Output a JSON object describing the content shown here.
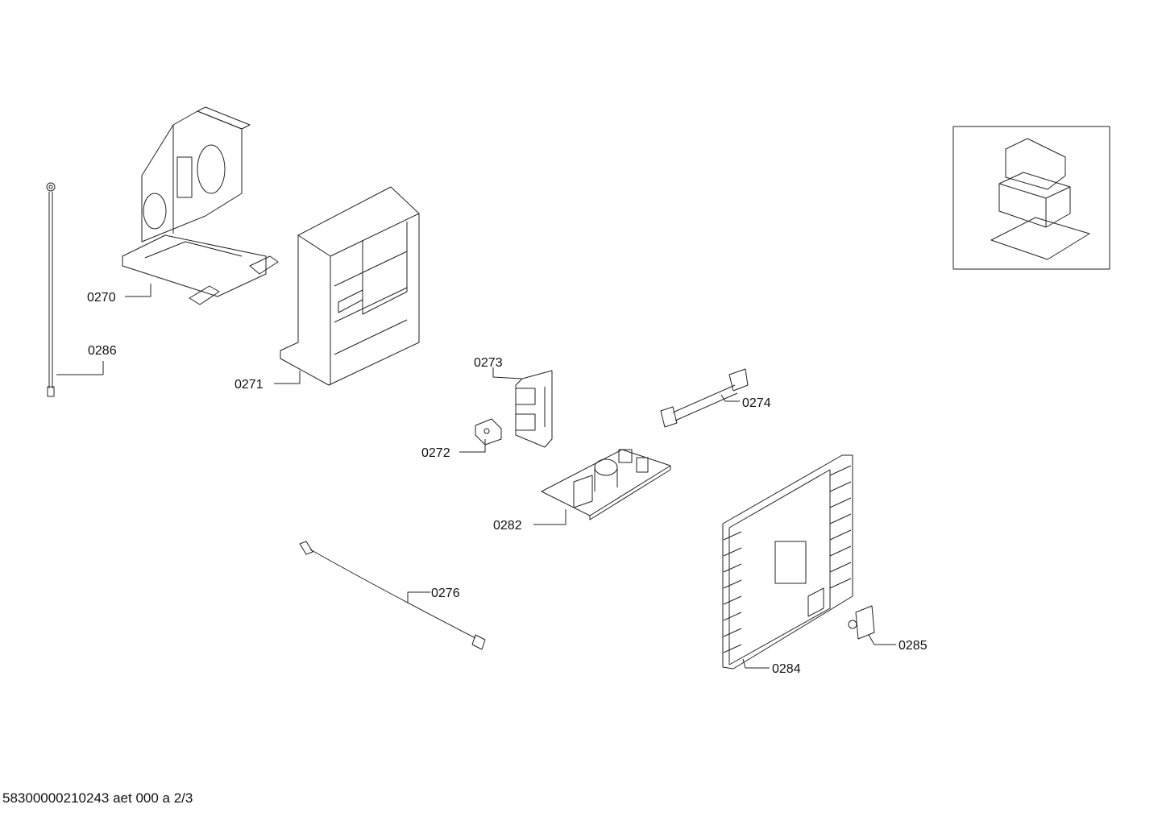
{
  "parts": {
    "p0270": "0270",
    "p0271": "0271",
    "p0272": "0272",
    "p0273": "0273",
    "p0274": "0274",
    "p0276": "0276",
    "p0282": "0282",
    "p0284": "0284",
    "p0285": "0285",
    "p0286": "0286"
  },
  "footer": {
    "document_id": "58300000210243 aet 000 a 2/3"
  }
}
